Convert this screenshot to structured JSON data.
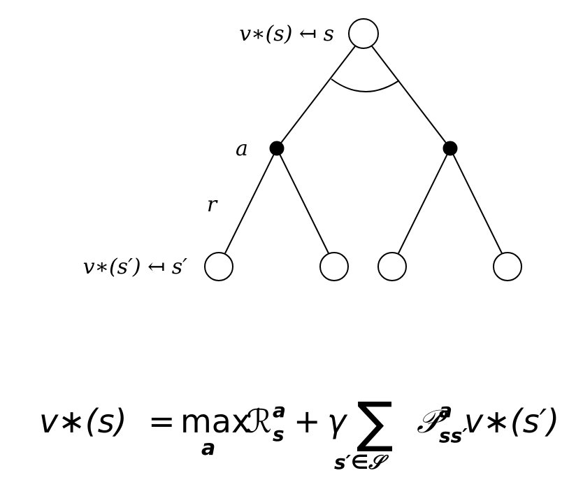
{
  "diagram": {
    "root_label": "v∗(s) ↤ s",
    "action_label": "a",
    "reward_label": "r",
    "leaf_label": "v∗(s′) ↤ s′"
  },
  "equation": {
    "lhs": "v∗(s)",
    "equals": "=",
    "max_op": "max",
    "max_sub": "a",
    "reward_base": "ℛ",
    "reward_sup": "a",
    "reward_sub": "s",
    "plus": "+",
    "gamma": "γ",
    "sum_sign": "∑",
    "sum_sub": "s′∈𝒮",
    "prob_base": "𝒫",
    "prob_sup": "a",
    "prob_sub": "ss′",
    "value_next": "v∗(s′)"
  }
}
